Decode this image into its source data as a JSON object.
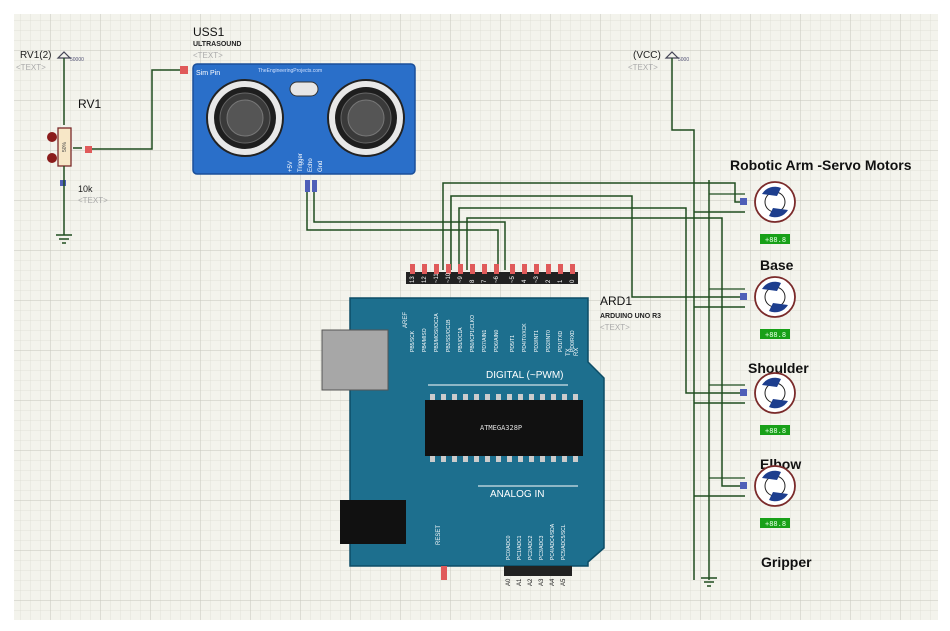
{
  "title": "",
  "colors": {
    "grid": "#d6d6cf",
    "grid_major": "#bdbdb4",
    "wire": "#1f4d1f",
    "board": "#1d6f8e",
    "sensor": "#2a6fc9",
    "pin_red": "#e05a5a",
    "pin_blue": "#4f5fb8",
    "label_green": "#18a018"
  },
  "components": {
    "potentiometer": {
      "ref": "RV1",
      "value": "10k",
      "text": "<TEXT>",
      "power": "RV1(2)",
      "power_text": "<TEXT>",
      "power_small": "50000",
      "body_text": "50%"
    },
    "sensor": {
      "ref": "USS1",
      "type": "ULTRASOUND",
      "text": "<TEXT>",
      "pin_label": "Sim Pin",
      "brand": "TheEngineeringProjects.com",
      "pins": [
        "+5V",
        "Trigger",
        "Echo",
        "Gnd"
      ]
    },
    "vcc": {
      "label": "(VCC)",
      "text": "<TEXT>",
      "small": "5000"
    },
    "arduino": {
      "ref": "ARD1",
      "type": "ARDUINO UNO R3",
      "text": "<TEXT>",
      "digital_label": "DIGITAL (~PWM)",
      "analog_label": "ANALOG IN",
      "chip_label": "ATMEGA328P",
      "aref": "AREF",
      "reset": "RESET",
      "tx": "TX",
      "rx": "RX",
      "digital_pins": [
        "13",
        "12",
        "~11",
        "~10",
        "~9",
        "8",
        "7",
        "~6",
        "~5",
        "4",
        "~3",
        "2",
        "1",
        "0"
      ],
      "digital_names": [
        "PB5/SCK",
        "PB4/MISO",
        "PB3/MOSI/OC2A",
        "PB2/SS/OC1B",
        "PB1/OC1A",
        "PB0/ICP1/CLKO",
        "PD7/AIN1",
        "PD6/AIN0",
        "PD5/T1",
        "PD4/T0/XCK",
        "PD3/INT1",
        "PD2/INT0",
        "PD1/TXD",
        "PD0/RXD"
      ],
      "analog_pins": [
        "A0",
        "A1",
        "A2",
        "A3",
        "A4",
        "A5"
      ],
      "analog_names": [
        "PC0/ADC0",
        "PC1/ADC1",
        "PC2/ADC2",
        "PC3/ADC3",
        "PC4/ADC4/SDA",
        "PC5/ADC5/SCL"
      ]
    },
    "servos": [
      {
        "name": "Robotic Arm -Servo Motors",
        "value": "+88.8"
      },
      {
        "name": "Base",
        "value": "+88.8"
      },
      {
        "name": "Shoulder",
        "value": "+88.8"
      },
      {
        "name": "Elbow",
        "value": "+88.8"
      }
    ],
    "last_label": "Gripper"
  }
}
